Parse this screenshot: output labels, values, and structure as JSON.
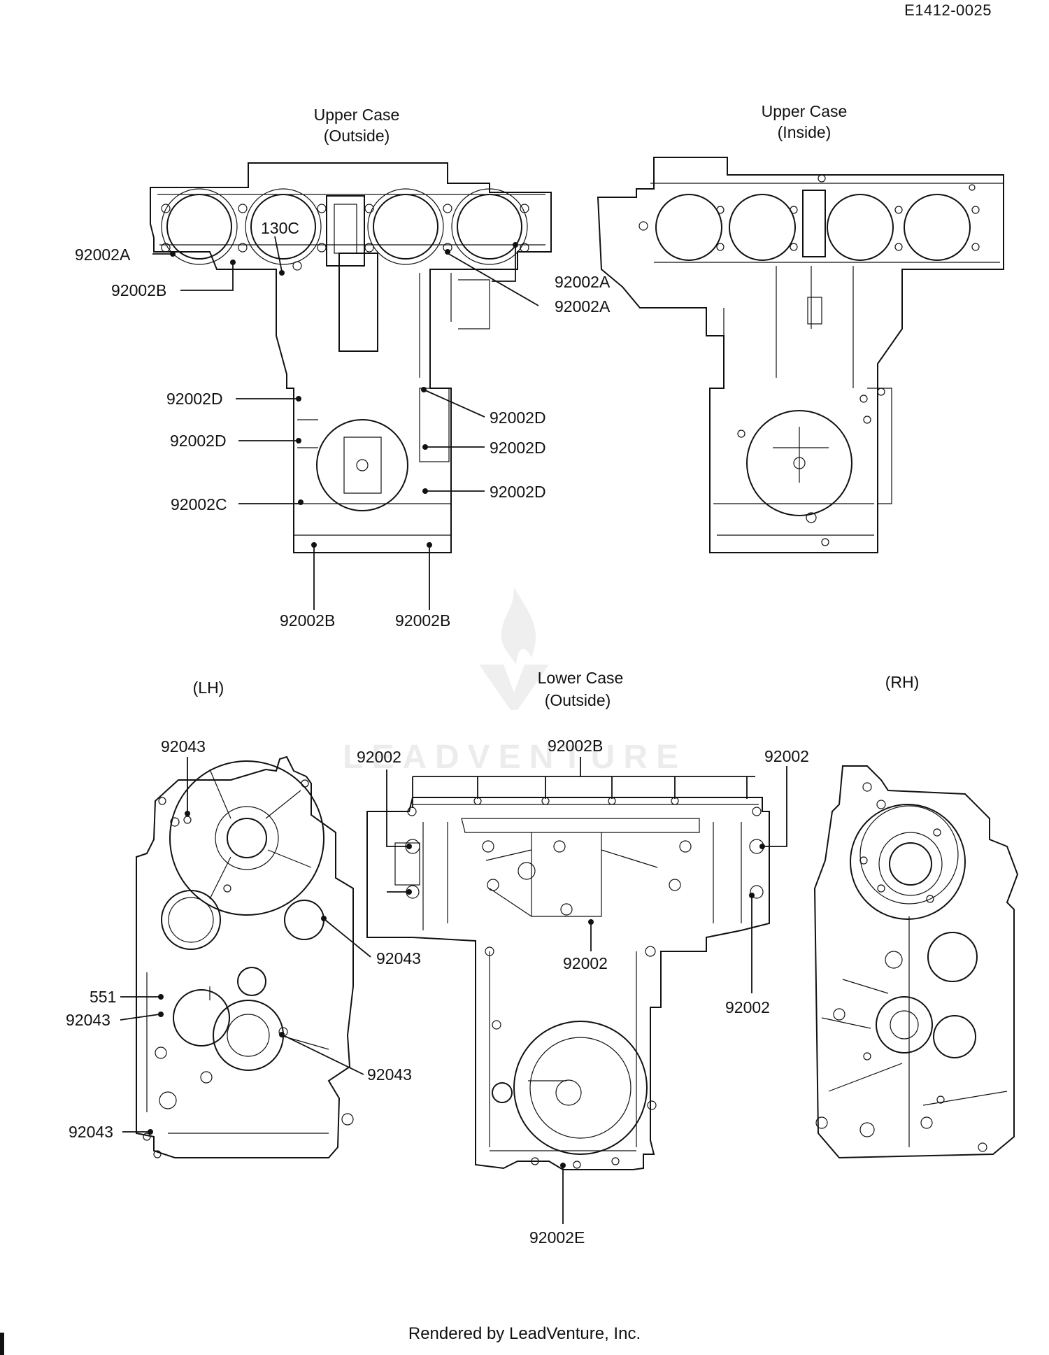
{
  "document_id": "E1412-0025",
  "footer": "Rendered by LeadVenture, Inc.",
  "watermark": "LEADVENTURE",
  "views": {
    "upper_outside": {
      "title_line1": "Upper Case",
      "title_line2": "(Outside)"
    },
    "upper_inside": {
      "title_line1": "Upper Case",
      "title_line2": "(Inside)"
    },
    "lower_outside": {
      "title_line1": "Lower Case",
      "title_line2": "(Outside)"
    },
    "lh": {
      "title": "(LH)"
    },
    "rh": {
      "title": "(RH)"
    }
  },
  "callouts": {
    "uo_92002A_left": "92002A",
    "uo_130C": "130C",
    "uo_92002B_left": "92002B",
    "uo_92002A_r1": "92002A",
    "uo_92002A_r2": "92002A",
    "uo_92002D_l1": "92002D",
    "uo_92002D_r1": "92002D",
    "uo_92002D_l2": "92002D",
    "uo_92002D_r2": "92002D",
    "uo_92002C": "92002C",
    "uo_92002D_r3": "92002D",
    "uo_92002B_b1": "92002B",
    "uo_92002B_b2": "92002B",
    "lh_92043_top": "92043",
    "lh_92043_mid": "92043",
    "lh_551": "551",
    "lh_92043_l1": "92043",
    "lh_92043_r2": "92043",
    "lh_92043_l2": "92043",
    "lo_92002_left": "92002",
    "lo_92002B_top": "92002B",
    "lo_92002_right": "92002",
    "lo_92002_center": "92002",
    "lo_92002_rlow": "92002",
    "lo_92002E": "92002E"
  }
}
